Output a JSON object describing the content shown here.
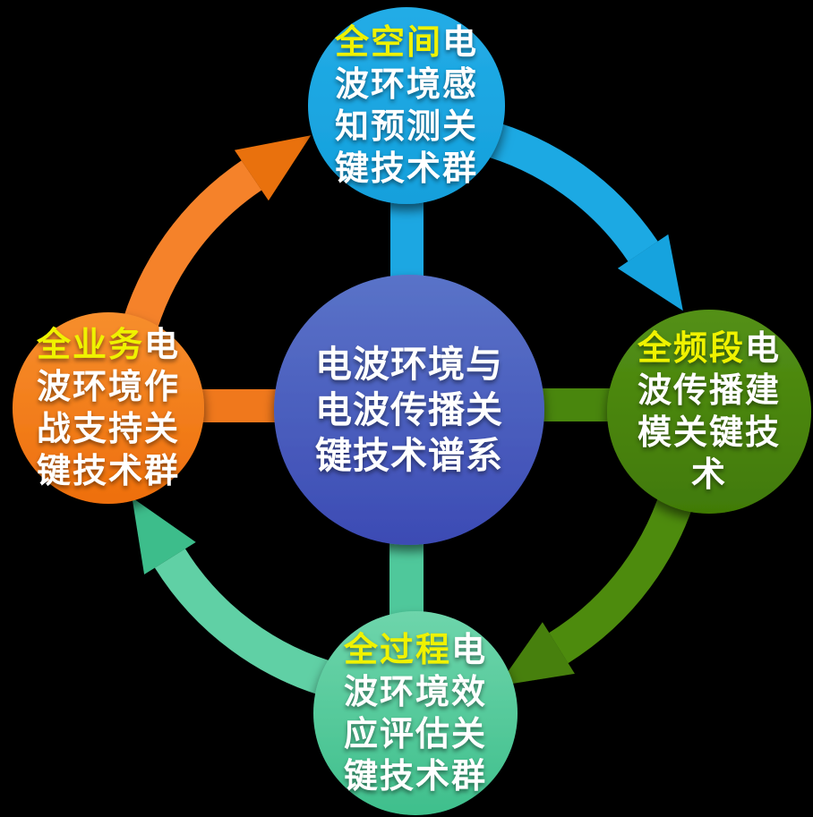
{
  "diagram": {
    "background": "#000000",
    "text_color": "#ffffff",
    "highlight_color": "#eff200",
    "center": {
      "line1": "电波环境与",
      "line2": "电波传播关",
      "line3": "键技术谱系",
      "color_top": "#5a73c8",
      "color_bottom": "#3c4bb4"
    },
    "nodes": {
      "top": {
        "highlight": "全空间",
        "line1_rest": "电",
        "line2": "波环境感",
        "line3": "知预测关",
        "line4": "键技术群",
        "color_light": "#24ace6",
        "color_dark": "#14a0dc"
      },
      "right": {
        "highlight": "全频段",
        "line1_rest": "电",
        "line2": "波传播建",
        "line3": "模关键技",
        "line4": "术",
        "color_light": "#539016",
        "color_dark": "#417a06"
      },
      "bottom": {
        "highlight": "全过程",
        "line1_rest": "电",
        "line2": "波环境效",
        "line3": "应评估关",
        "line4": "键技术群",
        "color_light": "#6ed5ab",
        "color_dark": "#3fbf8c"
      },
      "left": {
        "highlight": "全业务",
        "line1_rest": "电",
        "line2": "波环境作",
        "line3": "战支持关",
        "line4": "键技术群",
        "color_light": "#f78e2d",
        "color_dark": "#ee6f0c"
      }
    },
    "connectors": {
      "top": "#1aa7e2",
      "right": "#4a860d",
      "bottom": "#4fc89b",
      "left": "#f0781a"
    },
    "arrows": {
      "left_to_top": {
        "band": "#f5822b",
        "head": "#e97109"
      },
      "top_to_right": {
        "band": "#1ba9e3",
        "head": "#14a3de"
      },
      "right_to_bottom": {
        "band": "#4e8b10",
        "head": "#47800a"
      },
      "bottom_to_left": {
        "band": "#60d0a5",
        "head": "#3ebd8b"
      }
    }
  }
}
